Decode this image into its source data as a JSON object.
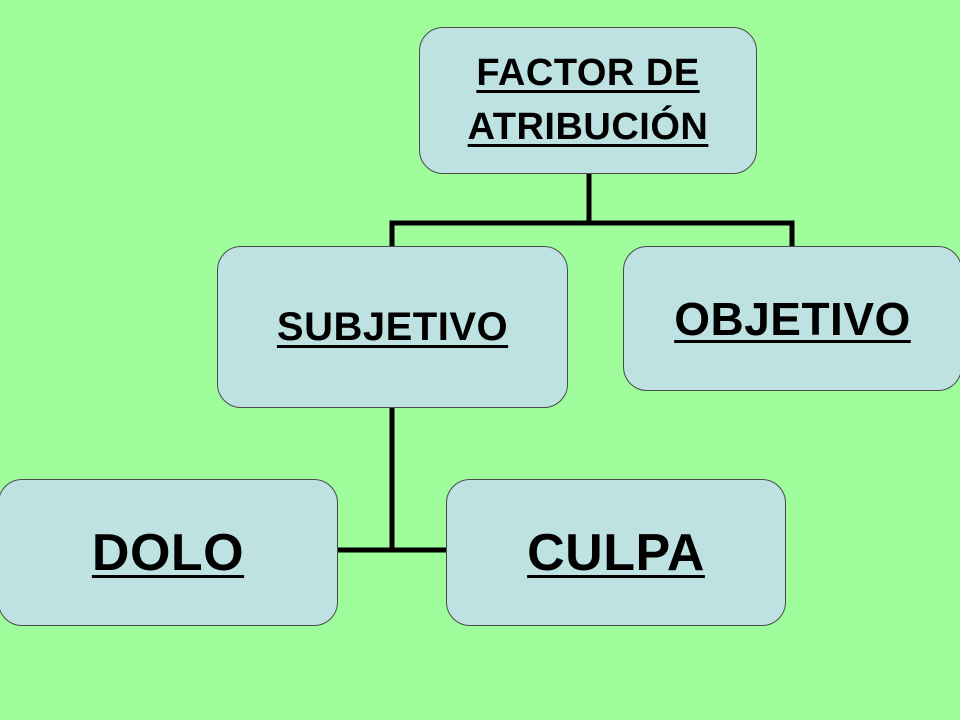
{
  "diagram": {
    "root": "FACTOR DE ATRIBUCIÓN",
    "subjective": "SUBJETIVO",
    "objective": "OBJETIVO",
    "intent": "DOLO",
    "negligence": "CULPA"
  },
  "colors": {
    "background": "#9ffe9b",
    "box_fill": "#bde2e1",
    "connector": "#000000"
  }
}
